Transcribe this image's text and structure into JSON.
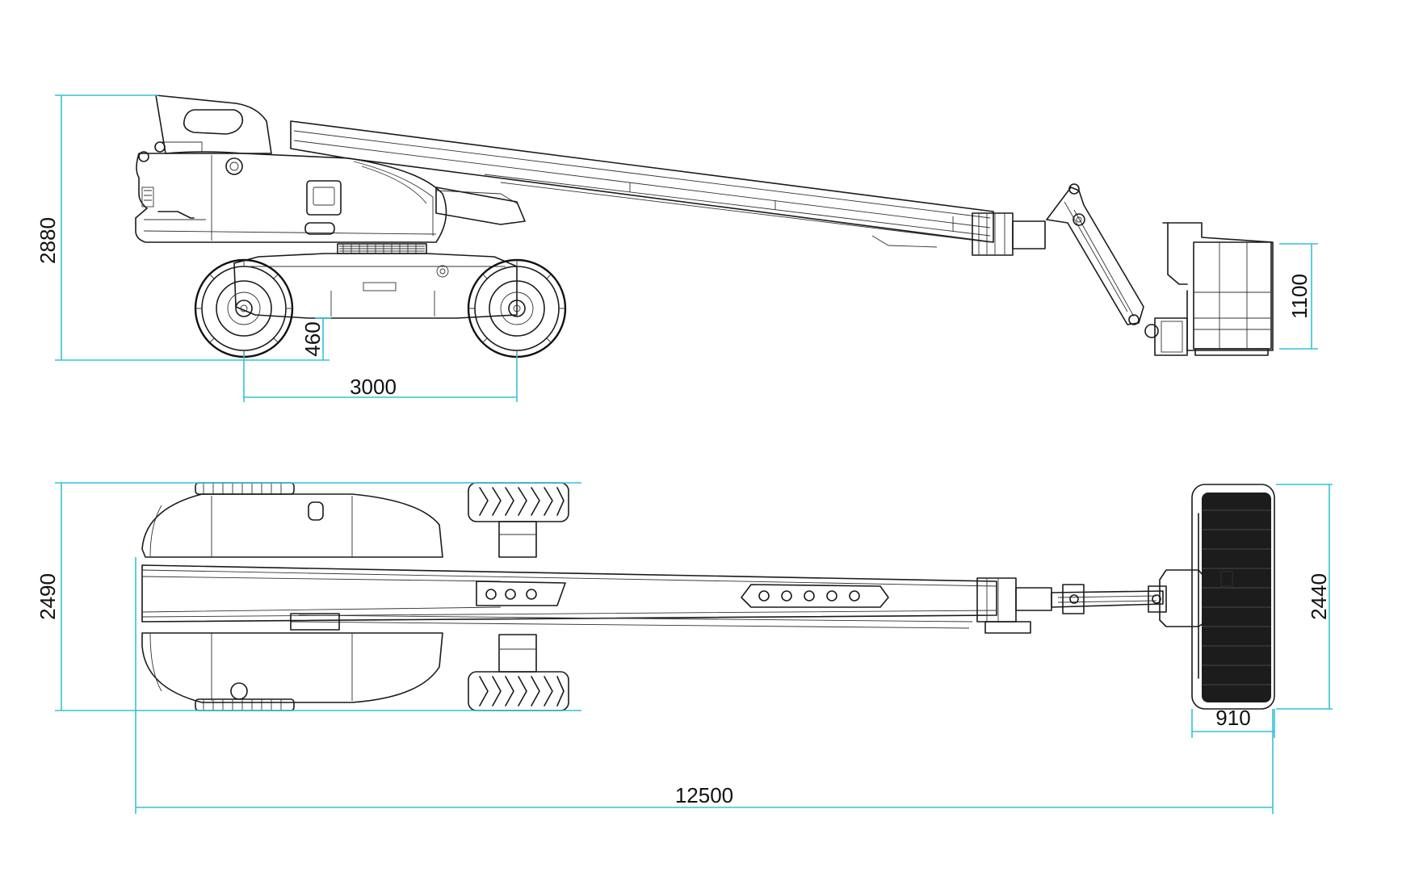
{
  "colors": {
    "dimension_line": "#35c2d6",
    "outline": "#1a1a1a",
    "background": "#ffffff"
  },
  "side_view": {
    "dimensions": {
      "overall_height": "2880",
      "platform_rail_height": "1100",
      "ground_clearance": "460",
      "wheelbase": "3000"
    }
  },
  "top_view": {
    "dimensions": {
      "overall_width": "2490",
      "platform_width": "2440",
      "platform_depth": "910",
      "overall_length": "12500"
    }
  }
}
